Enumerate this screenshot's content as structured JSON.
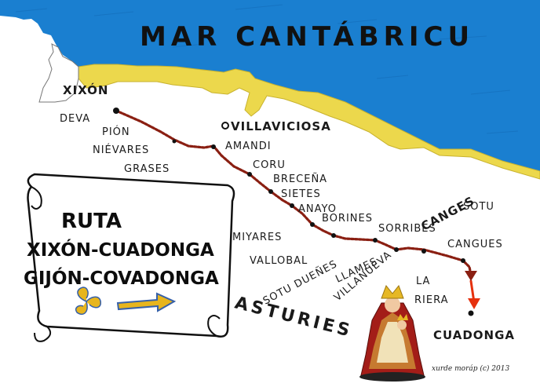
{
  "sea": {
    "name": "MAR CANTÁBRICU",
    "color": "#1a7fd0",
    "coast_color": "#e8d74a"
  },
  "region": {
    "name": "ASTURIES"
  },
  "route": {
    "title_line1": "RUTA",
    "title_line2": "XIXÓN-CUADONGA",
    "title_line3": "GIJÓN-COVADONGA",
    "color": "#b3261e"
  },
  "places": {
    "xixon": "XIXÓN",
    "deva": "DEVA",
    "pion": "PIÓN",
    "nievares": "NIÉVARES",
    "grases": "GRASES",
    "villaviciosa": "VILLAVICIOSA",
    "amandi": "AMANDI",
    "coru": "CORU",
    "brecena": "BRECEÑA",
    "sietes": "SIETES",
    "anayo": "ANAYO",
    "borines": "BORINES",
    "miyares": "MIYARES",
    "vallobal": "VALLOBAL",
    "sorribes": "SORRIBES",
    "canges": "CANGES",
    "sotu": "SOTU",
    "cangues": "CANGUES",
    "sotu_duenes": "SOTU DUEÑES",
    "llames": "LLAMES",
    "villanueva": "VILLANUEVA",
    "la": "LA",
    "riera": "RIERA",
    "cuadonga": "CUADONGA"
  },
  "credit": "xurde moráp (c) 2013"
}
